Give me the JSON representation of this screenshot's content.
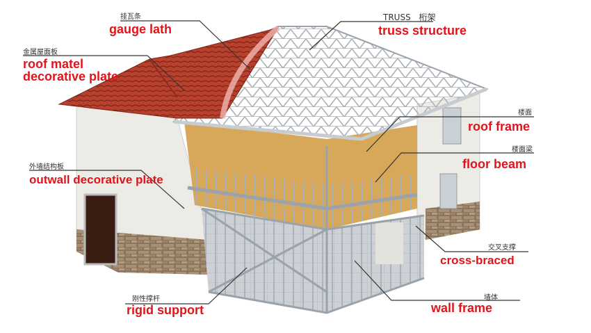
{
  "labels": {
    "gauge_lath": {
      "cn": "挂瓦条",
      "en": "gauge lath"
    },
    "roof_plate": {
      "cn": "金属屋面板",
      "en_line1": "roof matel",
      "en_line2": "decorative plate"
    },
    "truss": {
      "cn": "TRUSS　桁架",
      "en": "truss structure"
    },
    "roof_frame": {
      "cn": "楼面",
      "en": "roof frame"
    },
    "floor_beam": {
      "cn": "楼面梁",
      "en": "floor beam"
    },
    "outwall": {
      "cn": "外墙结构板",
      "en": "outwall decorative plate"
    },
    "cross_braced": {
      "cn": "交叉支撑",
      "en": "cross-braced"
    },
    "wall_frame": {
      "cn": "墙体",
      "en": "wall frame"
    },
    "rigid_support": {
      "cn": "刚性撑杆",
      "en": "rigid support"
    }
  },
  "colors": {
    "label_red": "#e0141b",
    "roof_tile": "#b8412e",
    "wall": "#ecebe6",
    "steel": "#b9bfc6",
    "stone": "#8a7560"
  }
}
